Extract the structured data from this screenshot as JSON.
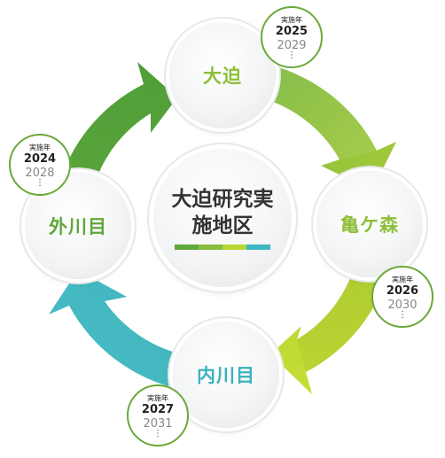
{
  "center": {
    "title": "大迫研究実施地区"
  },
  "colors": {
    "green_dark": "#5fa83a",
    "green_mid": "#86bd3f",
    "lime": "#b8d635",
    "teal": "#3db7c0",
    "green_text": "#8dbf3a",
    "teal_text": "#3ab3bd",
    "badge_border": "#6aa93a"
  },
  "nodes": [
    {
      "id": "oohasama",
      "label": "大迫"
    },
    {
      "id": "kamegamori",
      "label": "亀ケ森"
    },
    {
      "id": "uchikawame",
      "label": "内川目"
    },
    {
      "id": "sotokawame",
      "label": "外川目"
    }
  ],
  "badges": [
    {
      "label": "実施年",
      "year1": "2025",
      "year2": "2029",
      "more": "⋮"
    },
    {
      "label": "実施年",
      "year1": "2026",
      "year2": "2030",
      "more": "⋮"
    },
    {
      "label": "実施年",
      "year1": "2027",
      "year2": "2031",
      "more": "⋮"
    },
    {
      "label": "実施年",
      "year1": "2024",
      "year2": "2028",
      "more": "⋮"
    }
  ]
}
